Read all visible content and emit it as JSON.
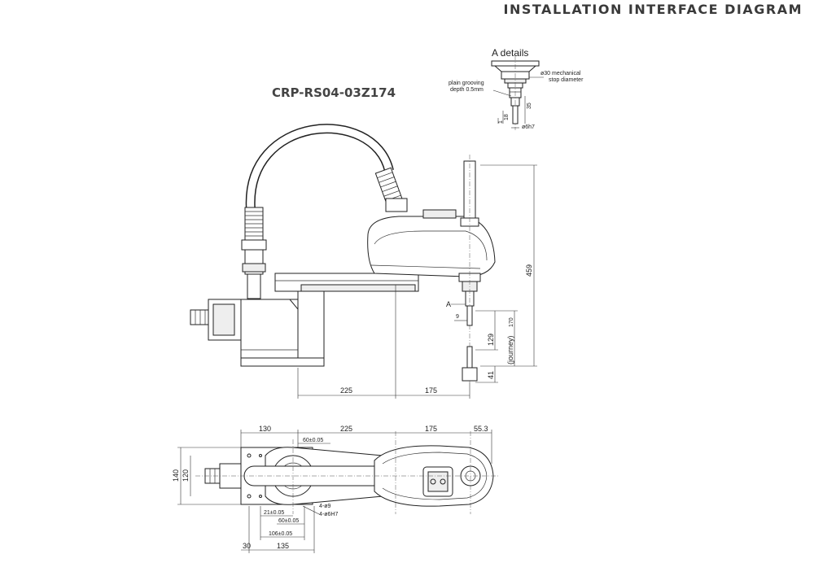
{
  "title": "INSTALLATION INTERFACE DIAGRAM",
  "model": "CRP-RS04-03Z174",
  "detail": {
    "title": "A details",
    "labels": {
      "mechanical_stop": "ø30 mechanical",
      "mechanical_stop_2": "stop diameter",
      "groove": "plain grooving",
      "groove_2": "depth 0.5mm",
      "shaft": "ø6h7",
      "h1": "35",
      "h2": "18",
      "h3": "1"
    }
  },
  "side_view": {
    "d_height": "459",
    "d_stroke": "129",
    "d_journey": "(journey)",
    "d_170": "170",
    "d_41": "41",
    "d_9": "9",
    "d_225": "225",
    "d_175": "175",
    "callout_a": "A"
  },
  "top_view": {
    "d_130": "130",
    "d_225": "225",
    "d_175": "175",
    "d_55": "55.3",
    "d_60a": "60±0.05",
    "d_140": "140",
    "d_120": "120",
    "d_21": "21±0.05",
    "d_60b": "60±0.05",
    "d_106": "106±0.05",
    "d_holes9": "4-ø9",
    "d_holes6": "4-ø6H7",
    "d_30": "30",
    "d_135": "135"
  }
}
